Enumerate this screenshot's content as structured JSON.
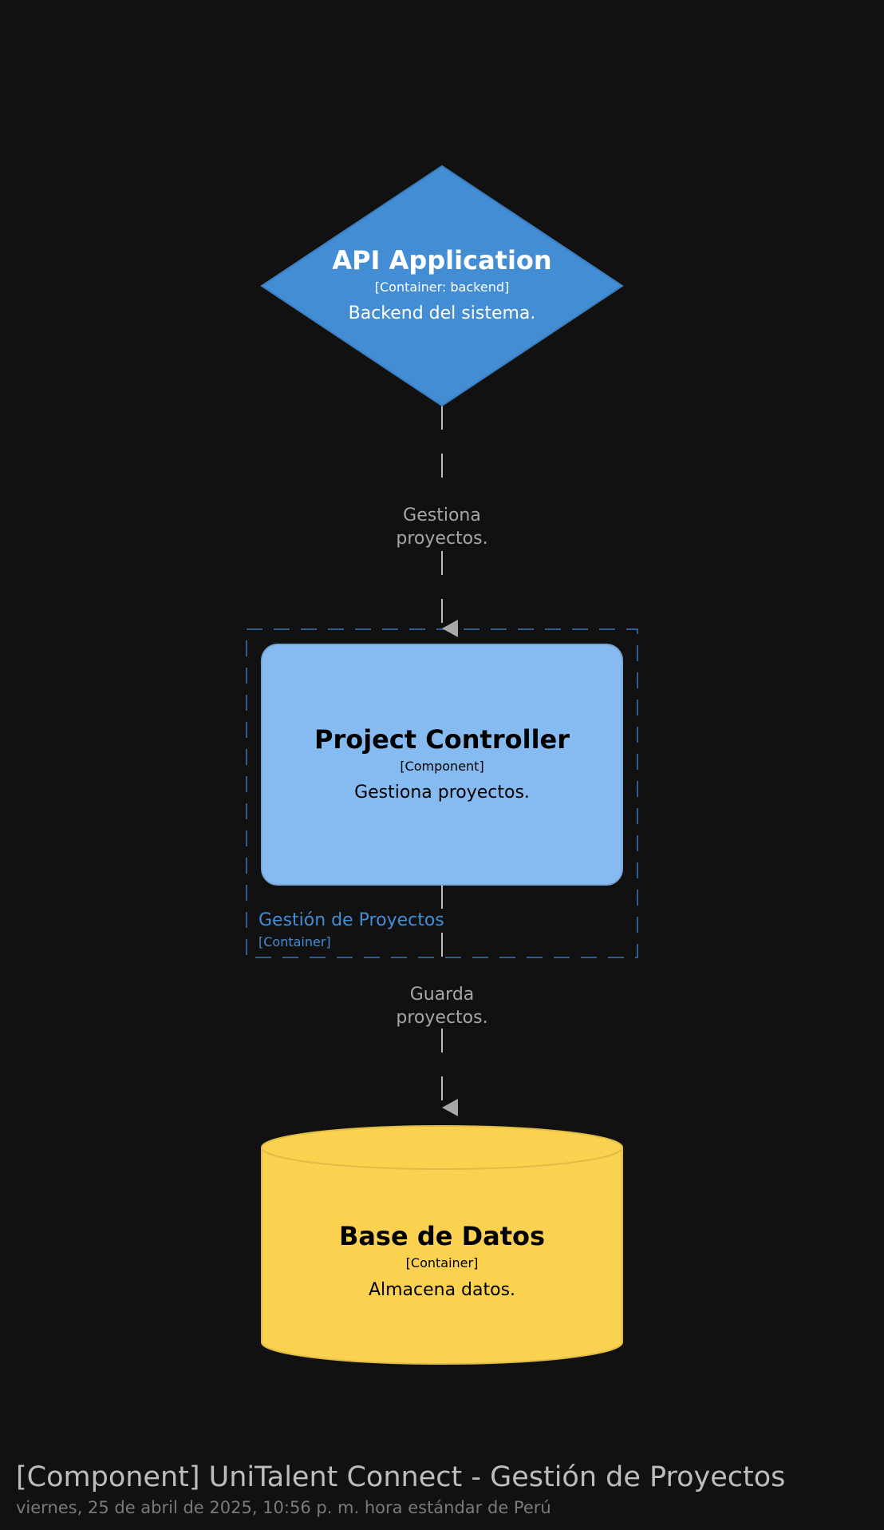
{
  "colors": {
    "background": "#111111",
    "api_fill": "#438dd5",
    "component_fill": "#85bbf0",
    "database_fill": "#fad24f",
    "boundary_stroke": "#2f5d8f",
    "boundary_text": "#438dd5",
    "edge_stroke": "#bdbdbd",
    "arrow_fill": "#a7a7a7",
    "edge_label": "#a6a6a6"
  },
  "nodes": {
    "api": {
      "title": "API Application",
      "type": "[Container: backend]",
      "description": "Backend del sistema.",
      "shape": "diamond"
    },
    "controller": {
      "title": "Project Controller",
      "type": "[Component]",
      "description": "Gestiona proyectos.",
      "shape": "rounded-rectangle"
    },
    "database": {
      "title": "Base de Datos",
      "type": "[Container]",
      "description": "Almacena datos.",
      "shape": "cylinder"
    }
  },
  "boundary": {
    "title": "Gestión de Proyectos",
    "type": "[Container]"
  },
  "edges": [
    {
      "from": "api",
      "to": "controller",
      "label_line1": "Gestiona",
      "label_line2": "proyectos."
    },
    {
      "from": "controller",
      "to": "database",
      "label_line1": "Guarda",
      "label_line2": "proyectos."
    }
  ],
  "footer": {
    "title": "[Component] UniTalent Connect - Gestión de Proyectos",
    "subtitle": "viernes, 25 de abril de 2025, 10:56 p. m. hora estándar de Perú"
  }
}
